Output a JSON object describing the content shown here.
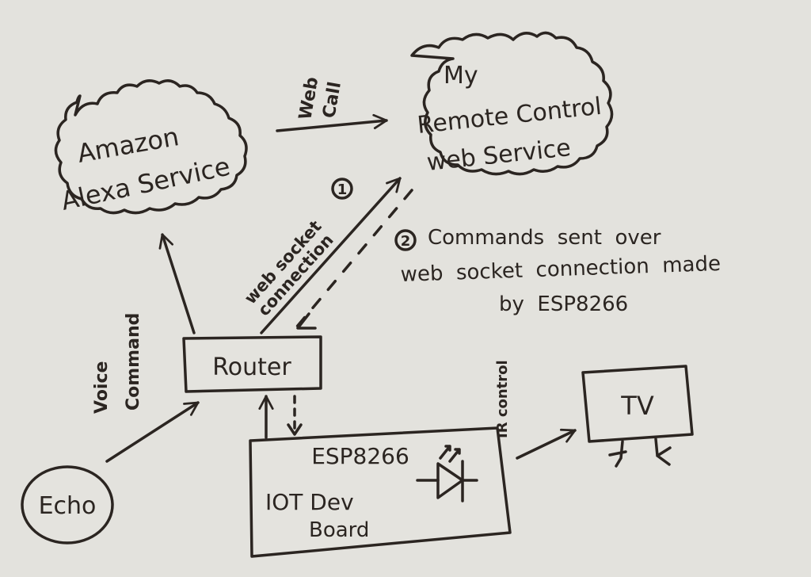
{
  "diagram": {
    "style": "hand-drawn sketch on paper",
    "colors": {
      "paper": "#e3e2dd",
      "ink": "#2b2521"
    },
    "nodes": {
      "alexa": {
        "shape": "cloud",
        "lines": [
          "Amazon",
          "Alexa Service"
        ]
      },
      "remote": {
        "shape": "cloud",
        "lines": [
          "My",
          "Remote Control",
          "web Service"
        ]
      },
      "router": {
        "shape": "rectangle",
        "label": "Router"
      },
      "echo": {
        "shape": "circle",
        "label": "Echo"
      },
      "esp": {
        "shape": "rectangle",
        "lines": [
          "ESP8266",
          "IOT Dev",
          "Board"
        ],
        "icon": "led-diode-icon"
      },
      "tv": {
        "shape": "rectangle",
        "label": "TV"
      }
    },
    "edges": [
      {
        "from": "alexa",
        "to": "remote",
        "style": "solid",
        "label_lines": [
          "Web",
          "Call"
        ]
      },
      {
        "from": "router",
        "to": "remote",
        "style": "solid",
        "label_lines": [
          "web socket",
          "connection"
        ],
        "marker": "1"
      },
      {
        "from": "remote",
        "to": "router",
        "style": "dashed",
        "marker": "2"
      },
      {
        "from": "router",
        "to": "alexa",
        "style": "solid"
      },
      {
        "from": "echo",
        "to": "router",
        "style": "solid",
        "label_lines": [
          "Voice",
          "Command"
        ]
      },
      {
        "from": "esp",
        "to": "router",
        "style": "solid"
      },
      {
        "from": "router",
        "to": "esp",
        "style": "dashed"
      },
      {
        "from": "esp",
        "to": "tv",
        "style": "solid",
        "label_lines": [
          "IR control"
        ]
      }
    ],
    "annotation": {
      "marker": "2",
      "lines": [
        "Commands  sent  over",
        "web  socket  connection  made",
        "by  ESP8266"
      ]
    }
  }
}
